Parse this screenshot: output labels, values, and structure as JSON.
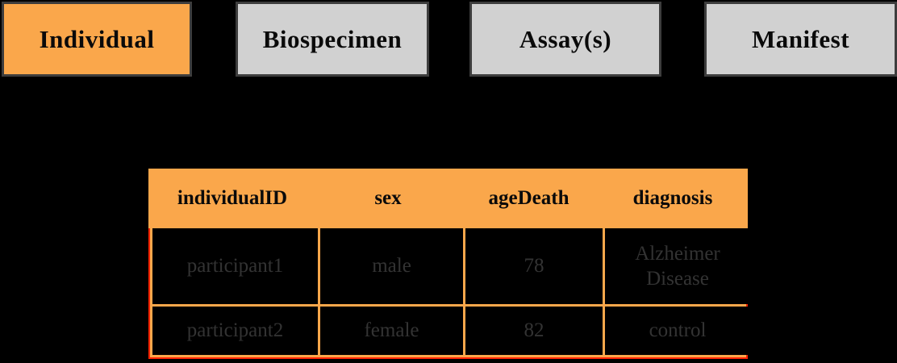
{
  "colors": {
    "background": "#000000",
    "accent_orange": "#faa74b",
    "tab_inactive_gray": "#d1d1d1",
    "tab_border_dark": "#3d3d3d",
    "body_outline_red": "#ff2200",
    "body_text_gray": "#333333",
    "header_text": "#0a0a0a"
  },
  "tabs": [
    {
      "label": "Individual",
      "active": true
    },
    {
      "label": "Biospecimen",
      "active": false
    },
    {
      "label": "Assay(s)",
      "active": false
    },
    {
      "label": "Manifest",
      "active": false
    }
  ],
  "table": {
    "headers": [
      "individualID",
      "sex",
      "ageDeath",
      "diagnosis"
    ],
    "rows": [
      [
        "participant1",
        "male",
        "78",
        "Alzheimer Disease"
      ],
      [
        "participant2",
        "female",
        "82",
        "control"
      ]
    ]
  }
}
